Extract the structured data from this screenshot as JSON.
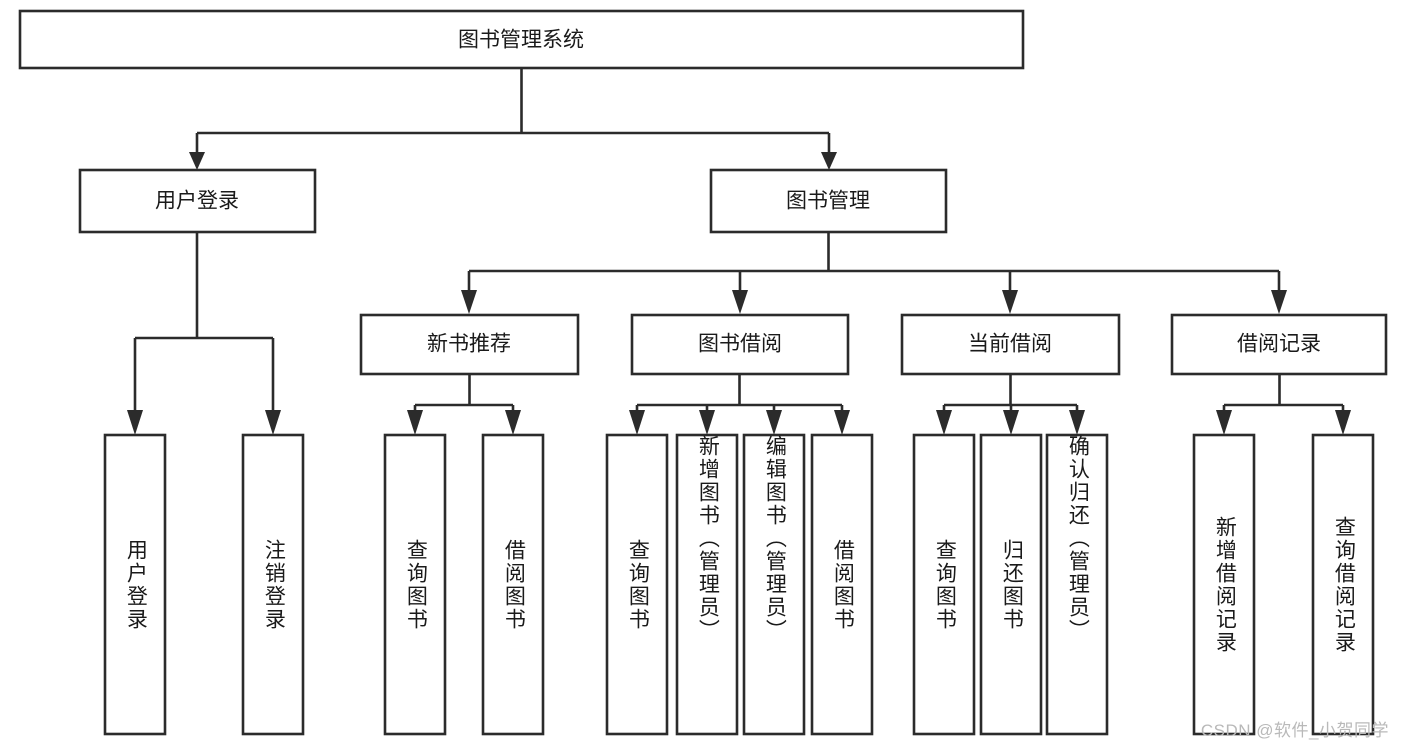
{
  "diagram": {
    "title": "图书管理系统",
    "type": "tree-hierarchy",
    "watermark": "CSDN @软件_小贺同学",
    "colors": {
      "box_stroke": "#2b2b2b",
      "box_fill": "#ffffff",
      "text": "#1a1a1a",
      "background": "#ffffff",
      "watermark": "#b9b9b9"
    },
    "root": {
      "label": "图书管理系统"
    },
    "level2": [
      {
        "label": "用户登录"
      },
      {
        "label": "图书管理"
      }
    ],
    "level3": [
      {
        "label": "新书推荐"
      },
      {
        "label": "图书借阅"
      },
      {
        "label": "当前借阅"
      },
      {
        "label": "借阅记录"
      }
    ],
    "leaves_user_login": [
      {
        "label": "用户登录"
      },
      {
        "label": "注销登录"
      }
    ],
    "leaves_new_book": [
      {
        "label": "查询图书"
      },
      {
        "label": "借阅图书"
      }
    ],
    "leaves_borrow": [
      {
        "label": "查询图书"
      },
      {
        "label": "新增图书（管理员）"
      },
      {
        "label": "编辑图书（管理员）"
      },
      {
        "label": "借阅图书"
      }
    ],
    "leaves_current": [
      {
        "label": "查询图书"
      },
      {
        "label": "归还图书"
      },
      {
        "label": "确认归还（管理员）"
      }
    ],
    "leaves_records": [
      {
        "label": "新增借阅记录"
      },
      {
        "label": "查询借阅记录"
      }
    ]
  }
}
